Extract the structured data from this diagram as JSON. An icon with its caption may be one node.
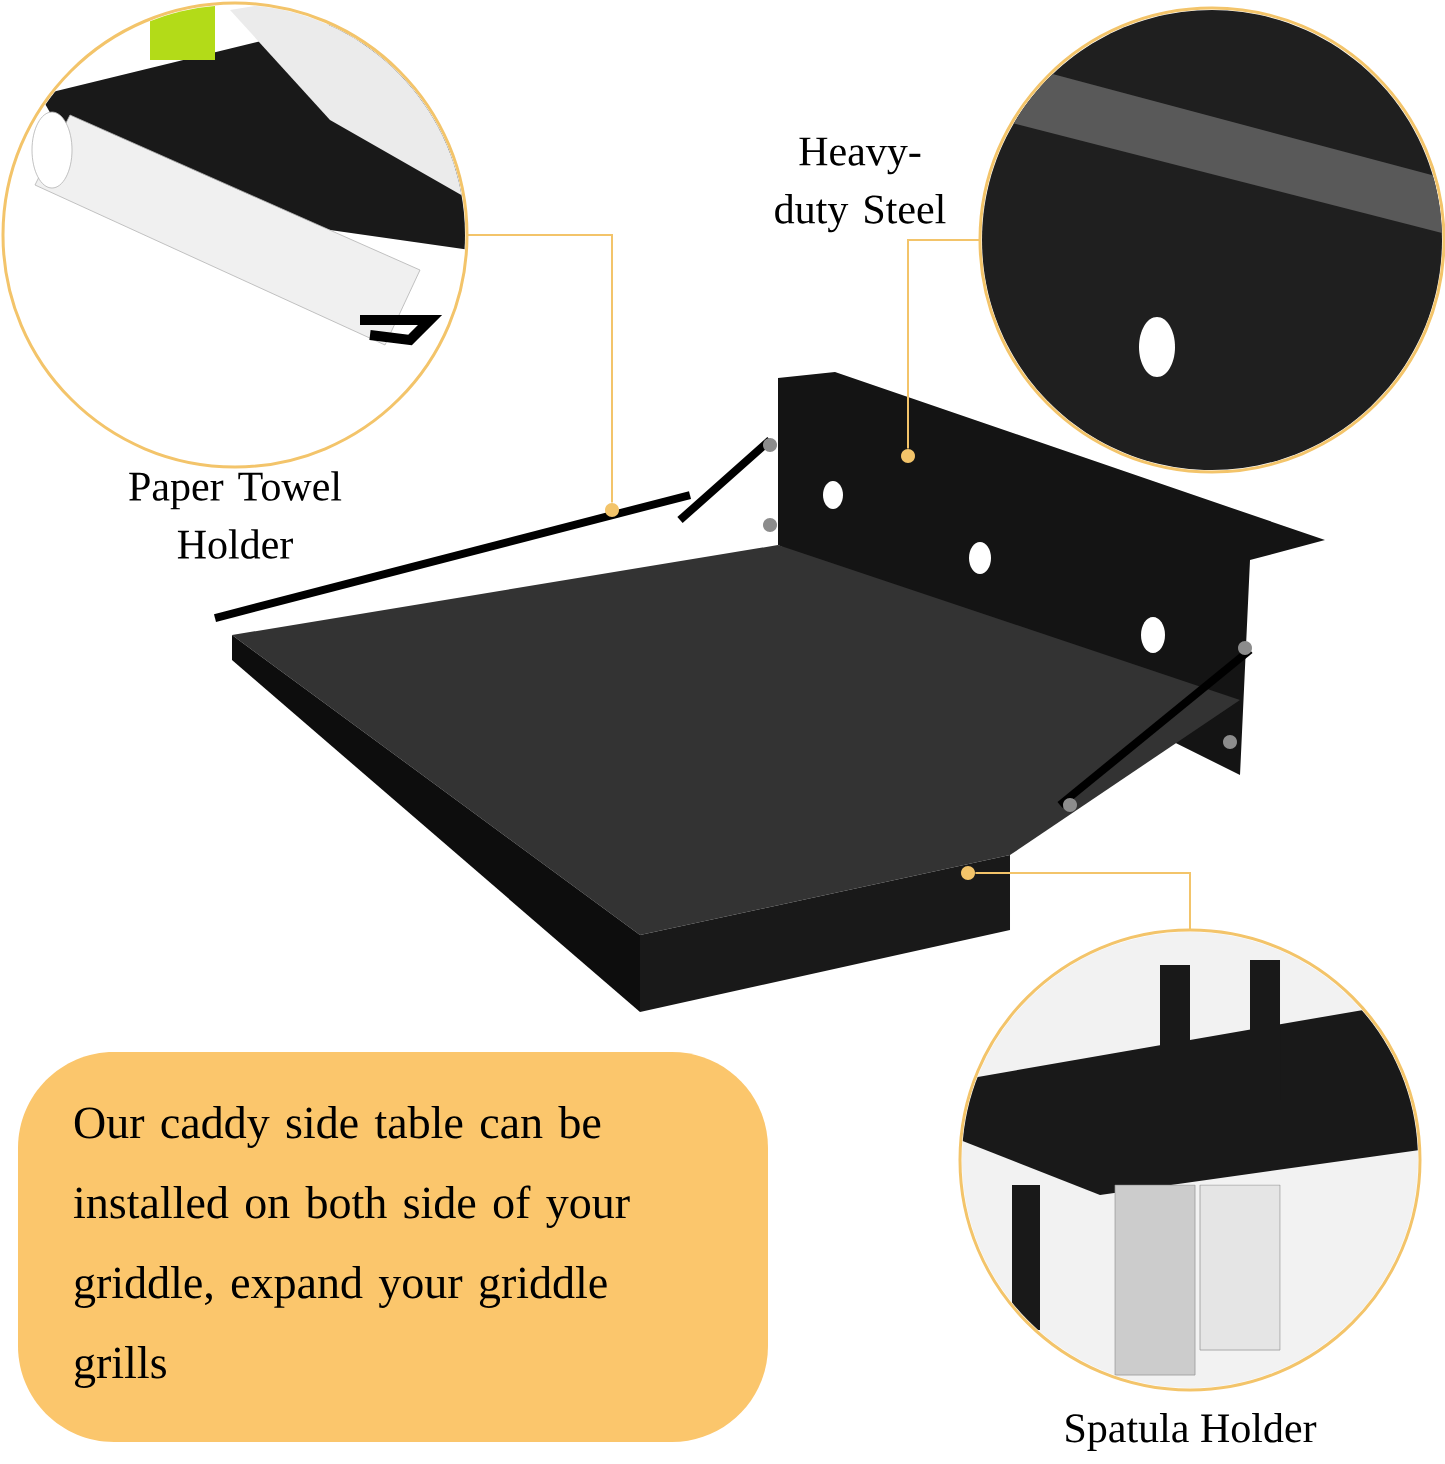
{
  "diagram": {
    "nodes": [
      {
        "text": [],
        "shape": "picture",
        "beside": [
          "Paper Towel Holder"
        ]
      },
      {
        "text": [],
        "shape": "picture",
        "beside": [
          "Heavy-duty Steel"
        ]
      },
      {
        "text": [],
        "shape": "picture",
        "beside": [
          "Spatula Holder"
        ]
      },
      {
        "text": [],
        "shape": "picture"
      },
      {
        "text": [
          "Our caddy side table can be installed on both side of your griddle, expand your griddle grills"
        ]
      },
      {
        "text": [],
        "shape": "circle"
      },
      {
        "text": [],
        "shape": "circle"
      },
      {
        "text": [],
        "shape": "circle"
      }
    ],
    "edges": [
      {
        "from": 0,
        "to": 5,
        "arrow": "none"
      },
      {
        "from": 1,
        "to": 6,
        "arrow": "none"
      },
      {
        "from": 2,
        "to": 7,
        "arrow": "none"
      }
    ]
  }
}
